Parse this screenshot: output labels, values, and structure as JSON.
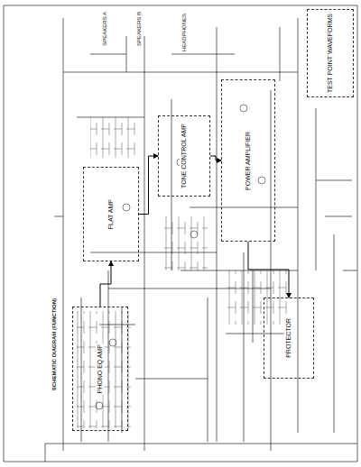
{
  "diagram": {
    "title": "SCHEMATIC DIAGRAM (FUNCTION)",
    "nodes": [
      {
        "text": [
          "PHONO EQ AMP"
        ]
      },
      {
        "text": [
          "FLAT AMP"
        ]
      },
      {
        "text": [
          "TONE CONTROL AMP"
        ]
      },
      {
        "text": [
          "POWER AMPLIFIER"
        ]
      },
      {
        "text": [
          "TEST POINT WAVEFORMS"
        ]
      },
      {
        "text": [
          "PROTECTOR"
        ]
      }
    ],
    "edges": [
      {
        "from": 0,
        "to": 1,
        "arrow": "to"
      },
      {
        "from": 1,
        "to": 2,
        "arrow": "to"
      },
      {
        "from": 2,
        "to": 3,
        "arrow": "to"
      },
      {
        "from": 3,
        "to": 5,
        "arrow": "to"
      }
    ],
    "labels": [
      "SPEAKERS A",
      "SPEAKERS B",
      "HEADPHONES"
    ]
  }
}
